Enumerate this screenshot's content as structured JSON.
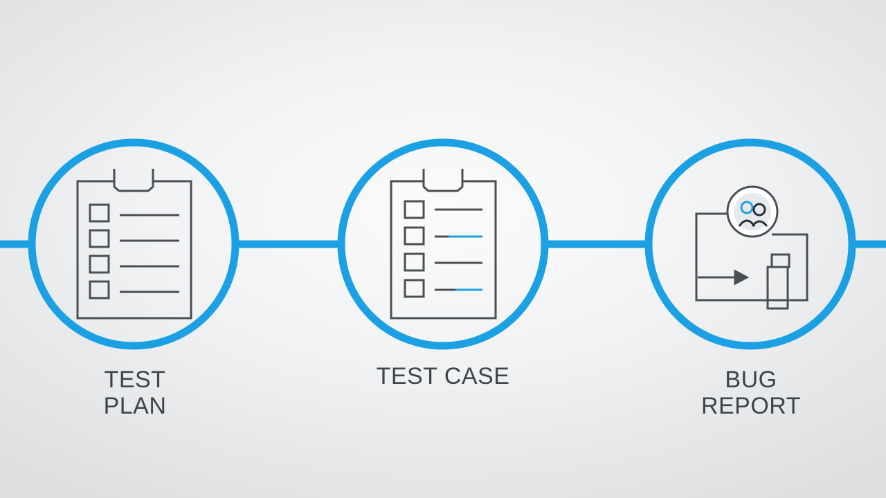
{
  "colors": {
    "accent": "#1ca0e4",
    "icon_stroke": "#4a4f54",
    "label_text": "#3f4449",
    "background": "#f0f1f2"
  },
  "steps": [
    {
      "line1": "TEST",
      "line2": "PLAN",
      "icon": "clipboard-checklist-icon"
    },
    {
      "line1": "TEST CASE",
      "line2": "",
      "icon": "clipboard-checklist-icon"
    },
    {
      "line1": "BUG",
      "line2": "REPORT",
      "icon": "bug-report-icon"
    }
  ]
}
